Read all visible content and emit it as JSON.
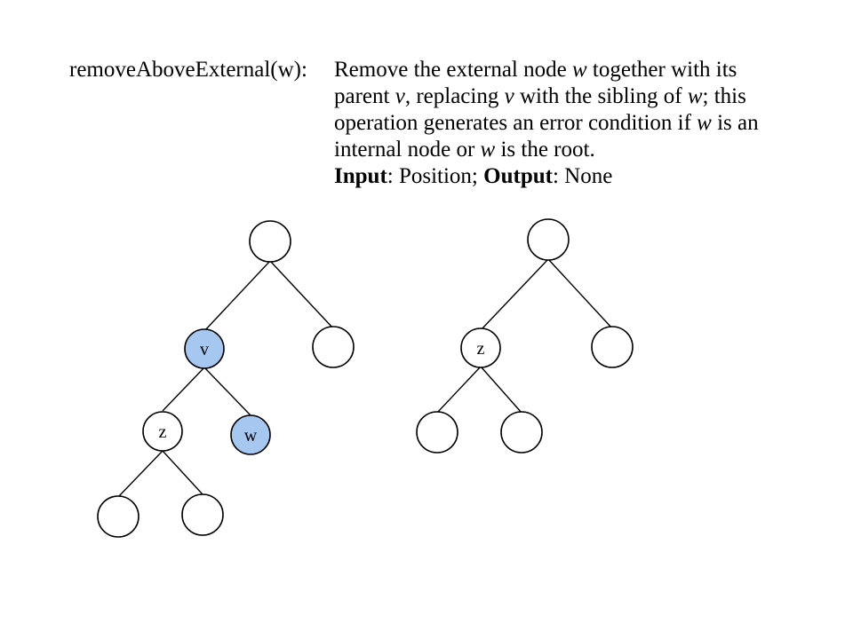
{
  "signature": "removeAboveExternal(w):",
  "description": {
    "line1": [
      "Remove the external node ",
      {
        "i": "w"
      },
      " together with its"
    ],
    "line2": [
      "parent ",
      {
        "i": "v"
      },
      ", replacing ",
      {
        "i": "v"
      },
      " with the sibling of ",
      {
        "i": "w"
      },
      "; this"
    ],
    "line3": [
      "operation generates an error condition if ",
      {
        "i": "w"
      },
      " is an"
    ],
    "line4": [
      "internal node or ",
      {
        "i": "w"
      },
      " is the root."
    ],
    "line5": [
      {
        "b": "Input"
      },
      ": Position; ",
      {
        "b": "Output"
      },
      ": None"
    ]
  },
  "colors": {
    "highlight": "#a6c8f0",
    "node": "#ffffff",
    "stroke": "#000000"
  },
  "trees": {
    "before": {
      "nodes": [
        {
          "id": "b-root",
          "label": ""
        },
        {
          "id": "b-v",
          "label": "v",
          "highlight": true
        },
        {
          "id": "b-right",
          "label": ""
        },
        {
          "id": "b-z",
          "label": "z"
        },
        {
          "id": "b-w",
          "label": "w",
          "highlight": true
        },
        {
          "id": "b-zl",
          "label": ""
        },
        {
          "id": "b-zr",
          "label": ""
        }
      ]
    },
    "after": {
      "nodes": [
        {
          "id": "a-root",
          "label": ""
        },
        {
          "id": "a-z",
          "label": "z"
        },
        {
          "id": "a-right",
          "label": ""
        },
        {
          "id": "a-zl",
          "label": ""
        },
        {
          "id": "a-zr",
          "label": ""
        }
      ]
    }
  }
}
